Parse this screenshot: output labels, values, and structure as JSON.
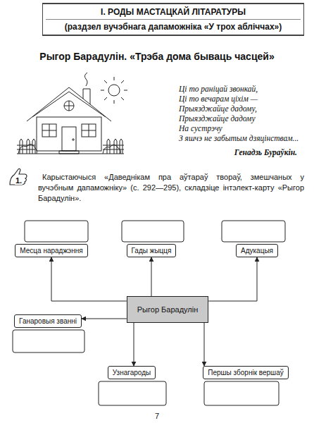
{
  "diagram": {
    "title": "Рыгор Барадулін. «Трэба дома бываць часцей»",
    "nodes": [
      {
        "text": [
          "І. РОДЫ МАСТАЦКАЙ ЛІТАРАТУРЫ",
          "(раздзел вучэбнага дапаможніка «У трох абліччах»)"
        ]
      },
      {
        "text": [
          "Месца нараджэння"
        ]
      },
      {
        "text": [
          "Гады жыцця"
        ]
      },
      {
        "text": [
          "Адукацыя"
        ]
      },
      {
        "text": [
          "Рыгор Барадулін"
        ]
      },
      {
        "text": [
          "Ганаровыя званні"
        ]
      },
      {
        "text": [
          "Узнагароды"
        ]
      },
      {
        "text": [
          "Першы зборнік вершаў"
        ]
      }
    ],
    "edges": [
      {
        "from": 4,
        "to": 1,
        "arrow": "to"
      },
      {
        "from": 4,
        "to": 2,
        "arrow": "to"
      },
      {
        "from": 4,
        "to": 3,
        "arrow": "to"
      },
      {
        "from": 4,
        "to": 5,
        "arrow": "to"
      },
      {
        "from": 4,
        "to": 6,
        "arrow": "to"
      },
      {
        "from": 4,
        "to": 7,
        "arrow": "to"
      }
    ],
    "labels": [
      "Ці то раніцай звонкай,",
      "Ці то вечарам ціхім —",
      "Прыязджайце дадому,",
      "Прыязджайце дадому",
      "На сустрэчу",
      "З яшчэ не забытым дзяцінствам...",
      "Генадзь Бураўкін.",
      "1.",
      "Карыстаючыся «Даведнікам пра аўтараў твораў, змешчаных у вучэбным дапаможніку» (с. 292—295), складзіце інтэлект-карту «Рыгор Барадулін».",
      "7"
    ]
  }
}
